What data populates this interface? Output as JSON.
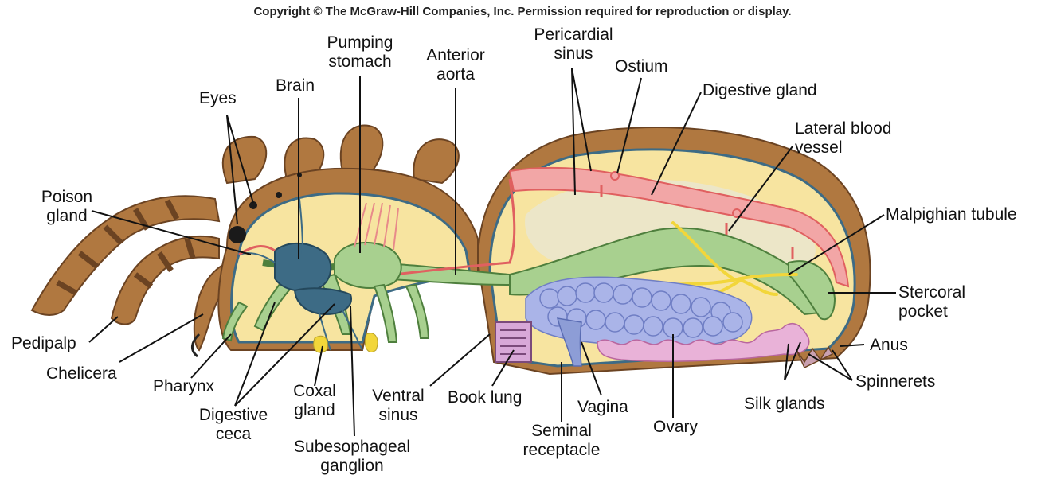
{
  "copyright": "Copyright © The McGraw-Hill Companies, Inc. Permission required for reproduction or display.",
  "labels": {
    "eyes": "Eyes",
    "brain": "Brain",
    "pumping_stomach": "Pumping\nstomach",
    "anterior_aorta": "Anterior\naorta",
    "pericardial_sinus": "Pericardial\nsinus",
    "ostium": "Ostium",
    "digestive_gland": "Digestive gland",
    "lateral_blood_vessel": "Lateral blood\nvessel",
    "malpighian_tubule": "Malpighian tubule",
    "stercoral_pocket": "Stercoral\npocket",
    "anus": "Anus",
    "spinnerets": "Spinnerets",
    "silk_glands": "Silk glands",
    "ovary": "Ovary",
    "vagina": "Vagina",
    "seminal_receptacle": "Seminal\nreceptacle",
    "book_lung": "Book lung",
    "ventral_sinus": "Ventral\nsinus",
    "subesophageal_ganglion": "Subesophageal\nganglion",
    "coxal_gland": "Coxal\ngland",
    "digestive_ceca": "Digestive\nceca",
    "pharynx": "Pharynx",
    "chelicera": "Chelicera",
    "pedipalp": "Pedipalp",
    "poison_gland": "Poison\ngland"
  },
  "colors": {
    "hair_brown": "#b07840",
    "hair_dark": "#6b4322",
    "body_yellow": "#f7e4a0",
    "digestive_green": "#a8d08f",
    "heart_pink": "#f2a6a6",
    "vessel_red": "#e06060",
    "nerve_blue": "#3d6b85",
    "ovary_lavender": "#aab4e8",
    "silk_pink": "#e9b2d8",
    "tubule_yellow": "#f2d63a"
  }
}
